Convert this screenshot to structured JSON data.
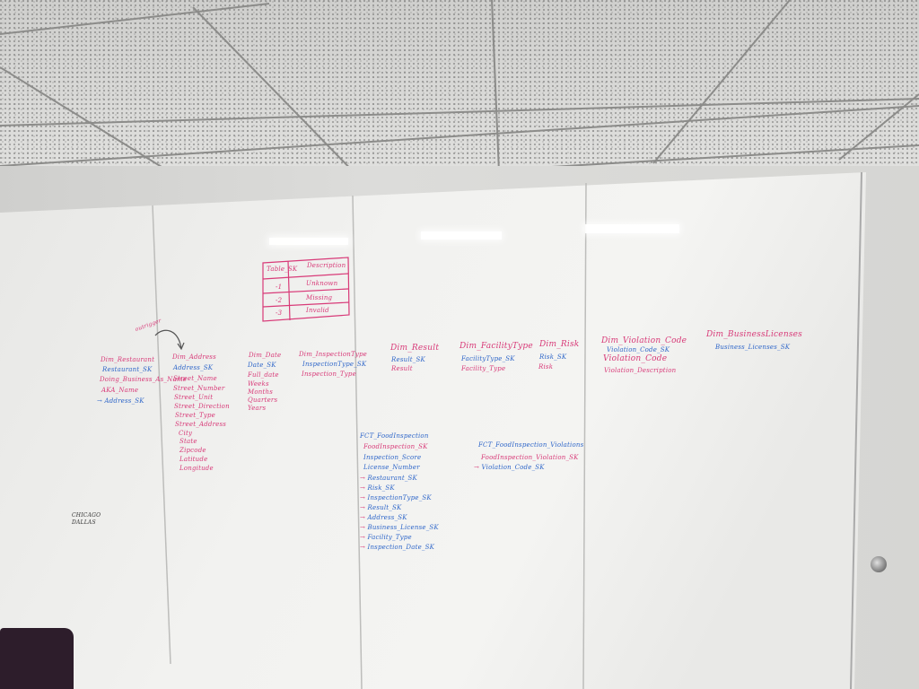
{
  "scene": "whiteboard",
  "lookup_table": {
    "headers": [
      "Table_SK",
      "Description"
    ],
    "rows": [
      [
        "-1",
        "Unknown"
      ],
      [
        "-2",
        "Missing"
      ],
      [
        "-3",
        "Invalid"
      ]
    ]
  },
  "annotations": {
    "arrow_note": "outrigger",
    "corner_note_1": "CHICAGO",
    "corner_note_2": "DALLAS"
  },
  "dim_restaurant": {
    "title": "Dim_Restaurant",
    "sk": "Restaurant_SK",
    "f1": "Doing_Business_As_Name",
    "f2": "AKA_Name",
    "fk": "Address_SK"
  },
  "dim_address": {
    "title": "Dim_Address",
    "sk": "Address_SK",
    "f1": "Street_Name",
    "f2": "Street_Number",
    "f3": "Street_Unit",
    "f4": "Street_Direction",
    "f5": "Street_Type",
    "f6": "Street_Address",
    "f7": "City",
    "f8": "State",
    "f9": "Zipcode",
    "f10": "Latitude",
    "f11": "Longitude"
  },
  "dim_date": {
    "title": "Dim_Date",
    "sk": "Date_SK",
    "f1": "Full_date",
    "f2": "Weeks",
    "f3": "Months",
    "f4": "Quarters",
    "f5": "Years"
  },
  "dim_inspection_type": {
    "title": "Dim_InspectionType",
    "sk": "InspectionType_SK",
    "f1": "Inspection_Type"
  },
  "dim_result": {
    "title": "Dim_Result",
    "sk": "Result_SK",
    "f1": "Result"
  },
  "dim_facility_type": {
    "title": "Dim_FacilityType",
    "sk": "FacilityType_SK",
    "f1": "Facility_Type"
  },
  "dim_risk": {
    "title": "Dim_Risk",
    "sk": "Risk_SK",
    "f1": "Risk"
  },
  "dim_violation_code": {
    "title": "Dim_Violation_Code",
    "sk": "Violation_Code_SK",
    "f1": "Violation_Code",
    "f2": "Violation_Description"
  },
  "dim_business_licenses": {
    "title": "Dim_BusinessLicenses",
    "sk": "Business_Licenses_SK"
  },
  "fct_food_inspection": {
    "title": "FCT_FoodInspection",
    "sk": "FoodInspection_SK",
    "f1": "Inspection_Score",
    "f2": "License_Number",
    "fk1": "Restaurant_SK",
    "fk2": "Risk_SK",
    "fk3": "InspectionType_SK",
    "fk4": "Result_SK",
    "fk5": "Address_SK",
    "fk6": "Business_License_SK",
    "fk7": "Facility_Type",
    "fk8": "Inspection_Date_SK"
  },
  "fct_food_inspection_violations": {
    "title": "FCT_FoodInspection_Violations",
    "sk": "FoodInspection_Violation_SK",
    "fk1": "Violation_Code_SK"
  },
  "colors": {
    "pink_marker": "#d83a78",
    "blue_marker": "#2e66c9"
  }
}
